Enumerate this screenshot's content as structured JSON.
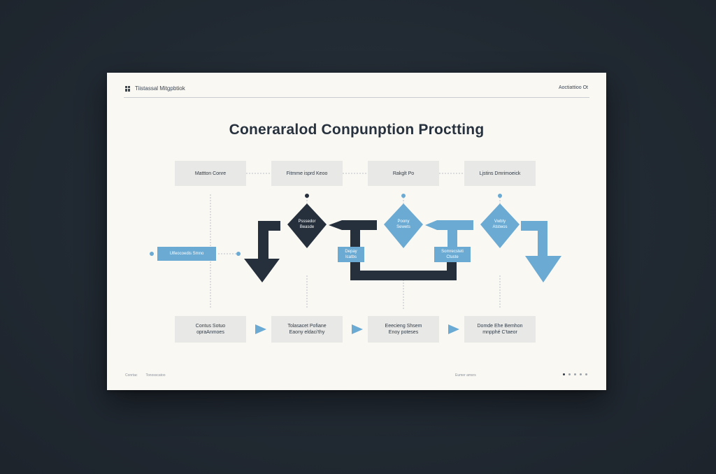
{
  "header": {
    "left_label": "Tiistassal Mitgpbtiok",
    "right_label": "Aoctiattioo Ot"
  },
  "title": "Coneraralod Conpunption Proctting",
  "top_row": [
    "Mattton Conre",
    "Fitmme isprd Keoo",
    "Rakglt Po",
    "Ljstins Dmrimoeick"
  ],
  "decisions": [
    {
      "line1": "Psssedor",
      "line2": "Beasde"
    },
    {
      "line1": "Poony",
      "line2": "Sewets"
    },
    {
      "line1": "Vwbty",
      "line2": "Atstwos"
    }
  ],
  "side_label": "Ulfeocoedis Smno",
  "tags": [
    {
      "line1": "Depay",
      "line2": "Icatbs"
    },
    {
      "line1": "Somrecsteti",
      "line2": "Ctuste"
    }
  ],
  "bottom_row": [
    {
      "line1": "Contus Sotuo",
      "line2": "opraAnmoes"
    },
    {
      "line1": "Tolasacet Pofiane",
      "line2": "Eaony eldaci'thy"
    },
    {
      "line1": "Eeecieng Shsem",
      "line2": "Enoy poteses"
    },
    {
      "line1": "Domde Ehe Bemhon",
      "line2": "mnpphé C'taeor"
    }
  ],
  "footer": {
    "left_a": "Conrtac",
    "left_b": "Tonosscatoo",
    "mid": "Eumer amsrs"
  },
  "colors": {
    "accent_blue": "#6aaad3",
    "dark_navy": "#25303c",
    "box_gray": "#e8e8e6",
    "slide_bg": "#faf8f3"
  }
}
